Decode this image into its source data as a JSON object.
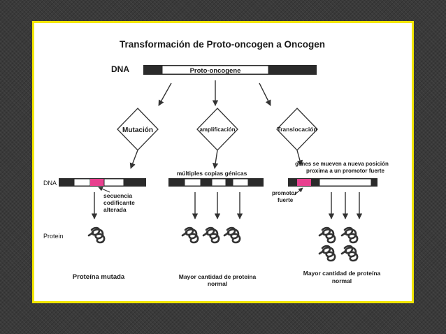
{
  "colors": {
    "frame_border": "#f2e600",
    "page_background": "#3a3a3a",
    "slide_background": "#ffffff",
    "mutation_highlight": "#e8408f",
    "dna_dark_segment": "#2b2b2b",
    "dna_segment_text": "#ffffff"
  },
  "diagram": {
    "title": "Transformación de Proto-oncogen a Oncogen",
    "top_dna": {
      "label": "DNA",
      "gene_label": "Proto-oncogene"
    },
    "mechanisms": {
      "mutation": "Mutación",
      "amplification": "amplificación",
      "translocation": "Translocación"
    },
    "left_dna_label": "DNA",
    "protein_row_label": "Protein",
    "mutation_annotation": [
      "secuencia",
      "codificante",
      "alterada"
    ],
    "amplification_annotation": "múltiples copias génicas",
    "translocation_annotation": [
      "genes se mueven a nueva posición",
      "proxima a un promotor fuerte"
    ],
    "promoter_annotation": [
      "promotor",
      "fuerte"
    ],
    "outcomes": {
      "mutated": "Proteína mutada",
      "amplified": [
        "Mayor cantidad de proteína",
        "normal"
      ],
      "translocated": [
        "Mayor cantidad de proteína",
        "normal"
      ]
    },
    "icons": {
      "protein": "protein-coil-icon",
      "arrow": "arrow-icon"
    }
  }
}
